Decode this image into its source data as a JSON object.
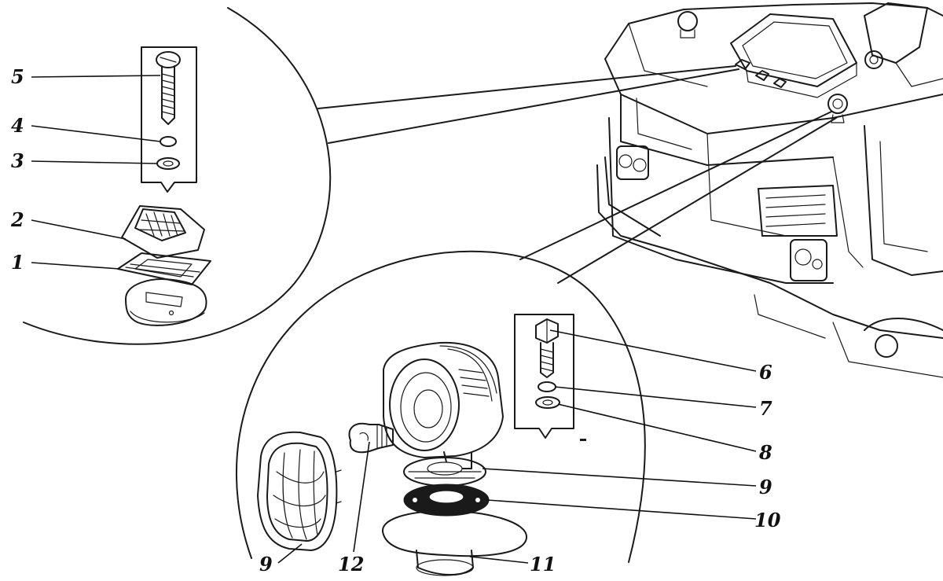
{
  "figure": {
    "callouts": [
      {
        "key": "c5",
        "label": "5"
      },
      {
        "key": "c4",
        "label": "4"
      },
      {
        "key": "c3",
        "label": "3"
      },
      {
        "key": "c2",
        "label": "2"
      },
      {
        "key": "c1",
        "label": "1"
      },
      {
        "key": "c6",
        "label": "6"
      },
      {
        "key": "c7",
        "label": "7"
      },
      {
        "key": "c8",
        "label": "8"
      },
      {
        "key": "c9a",
        "label": "9"
      },
      {
        "key": "c10",
        "label": "10"
      },
      {
        "key": "c9b",
        "label": "9"
      },
      {
        "key": "c12",
        "label": "12"
      },
      {
        "key": "c11",
        "label": "11"
      }
    ]
  },
  "parts": {
    "marker_lamp_detail": [
      "screw",
      "spring-washer",
      "flat-washer",
      "lamp-body",
      "gasket",
      "base-plate"
    ],
    "work_light_detail": [
      "bolt",
      "spring-washer",
      "flat-washer",
      "gasket",
      "gasket",
      "mount-base",
      "lens-rim",
      "bulb",
      "lamp-housing"
    ]
  }
}
